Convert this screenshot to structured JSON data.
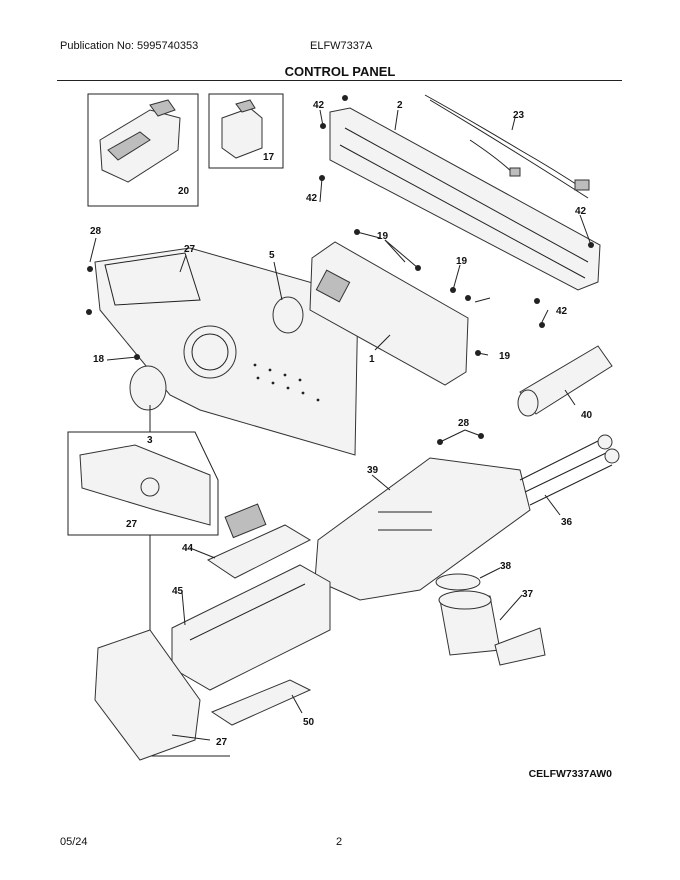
{
  "header": {
    "publication": "Publication No: 5995740353",
    "model": "ELFW7337A",
    "title": "CONTROL PANEL"
  },
  "footer": {
    "diagram_code": "CELFW7337AW0",
    "date": "05/24",
    "page_number": "2"
  },
  "callouts": [
    "42",
    "2",
    "23",
    "17",
    "20",
    "42",
    "42",
    "28",
    "27",
    "19",
    "5",
    "19",
    "42",
    "18",
    "1",
    "19",
    "3",
    "40",
    "28",
    "39",
    "27",
    "36",
    "44",
    "38",
    "45",
    "37",
    "50",
    "27"
  ]
}
